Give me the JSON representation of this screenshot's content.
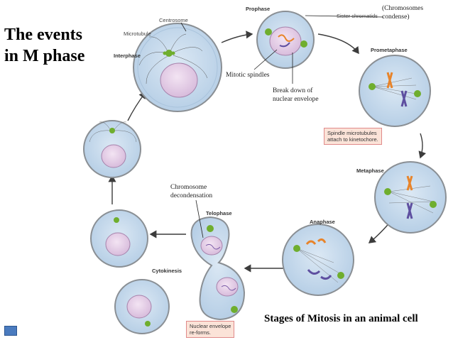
{
  "slide": {
    "title_line1": "The events",
    "title_line2": "in M phase",
    "caption": "Stages of Mitosis in an animal cell"
  },
  "annotations": {
    "chromosomes_condense_line1": "(Chromosomes",
    "chromosomes_condense_line2": "condense)",
    "mitotic_spindles": "Mitotic spindles",
    "breakdown_line1": "Break down of",
    "breakdown_line2": "nuclear envelope",
    "decondensation_line1": "Chromosome",
    "decondensation_line2": "decondensation"
  },
  "diagram_labels": {
    "centrosome": "Centrosome",
    "microtubule": "Microtubule",
    "interphase": "Interphase",
    "prophase": "Prophase",
    "sister_chromatids": "Sister chromatids",
    "prometaphase": "Prometaphase",
    "metaphase": "Metaphase",
    "anaphase": "Anaphase",
    "telophase": "Telophase",
    "cytokinesis": "Cytokinesis"
  },
  "note_boxes": {
    "spindle_line1": "Spindle microtubules",
    "spindle_line2": "attach to kinetochore.",
    "envelope_line1": "Nuclear envelope",
    "envelope_line2": "re-forms."
  },
  "colors": {
    "cell_fill": "#c9dcef",
    "cell_outline": "#8a8f94",
    "nucleus_fill": "#e6cfe8",
    "centrosome_green": "#6fae2e",
    "arrow": "#3c3c3c",
    "chromosome_orange": "#e8842a",
    "chromosome_purple": "#5e4fa0",
    "note_border": "#e08a8a",
    "note_fill": "#fbe3d8",
    "nav_button": "#4a7bbf"
  }
}
